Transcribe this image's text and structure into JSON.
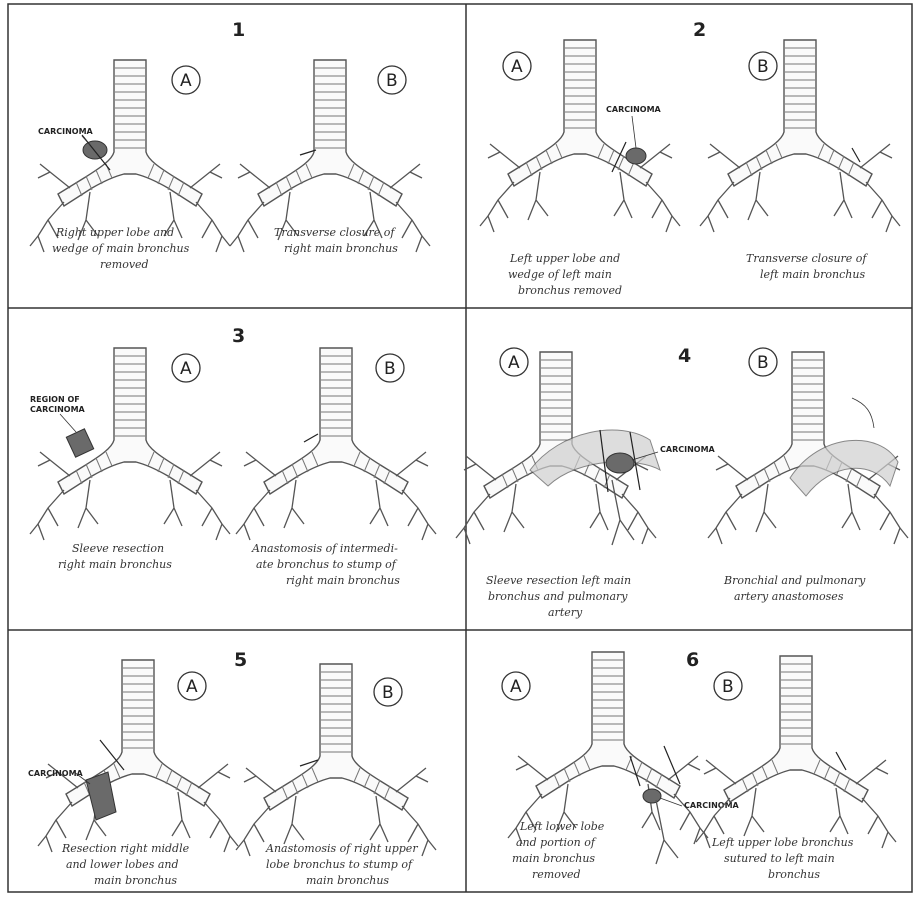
{
  "panels": [
    {
      "number": "1",
      "a_letter": "A",
      "b_letter": "B",
      "tumor_label": "CARCINOMA",
      "caption_a": [
        "Right upper lobe and",
        "wedge of main bronchus",
        "removed"
      ],
      "caption_b": [
        "Transverse closure of",
        "right main bronchus"
      ]
    },
    {
      "number": "2",
      "a_letter": "A",
      "b_letter": "B",
      "tumor_label": "CARCINOMA",
      "caption_a": [
        "Left upper lobe and",
        "wedge of left main",
        "bronchus removed"
      ],
      "caption_b": [
        "Transverse closure of",
        "left main bronchus"
      ]
    },
    {
      "number": "3",
      "a_letter": "A",
      "b_letter": "B",
      "tumor_label": [
        "REGION OF",
        "CARCINOMA"
      ],
      "caption_a": [
        "Sleeve resection",
        "right main bronchus"
      ],
      "caption_b": [
        "Anastomosis of intermedi-",
        "ate bronchus to stump of",
        "right main bronchus"
      ]
    },
    {
      "number": "4",
      "a_letter": "A",
      "b_letter": "B",
      "tumor_label": "CARCINOMA",
      "caption_a": [
        "Sleeve resection left main",
        "bronchus and pulmonary",
        "artery"
      ],
      "caption_b": [
        "Bronchial and pulmonary",
        "artery anastomoses"
      ]
    },
    {
      "number": "5",
      "a_letter": "A",
      "b_letter": "B",
      "tumor_label": "CARCINOMA",
      "caption_a": [
        "Resection right middle",
        "and lower lobes and",
        "main bronchus"
      ],
      "caption_b": [
        "Anastomosis of right upper",
        "lobe bronchus to stump of",
        "main bronchus"
      ]
    },
    {
      "number": "6",
      "a_letter": "A",
      "b_letter": "B",
      "tumor_label": "CARCINOMA",
      "caption_a": [
        "Left lower lobe",
        "and portion of",
        "main bronchus",
        "removed"
      ],
      "caption_b": [
        "Left upper lobe bronchus",
        "sutured to left main",
        "bronchus"
      ]
    }
  ]
}
